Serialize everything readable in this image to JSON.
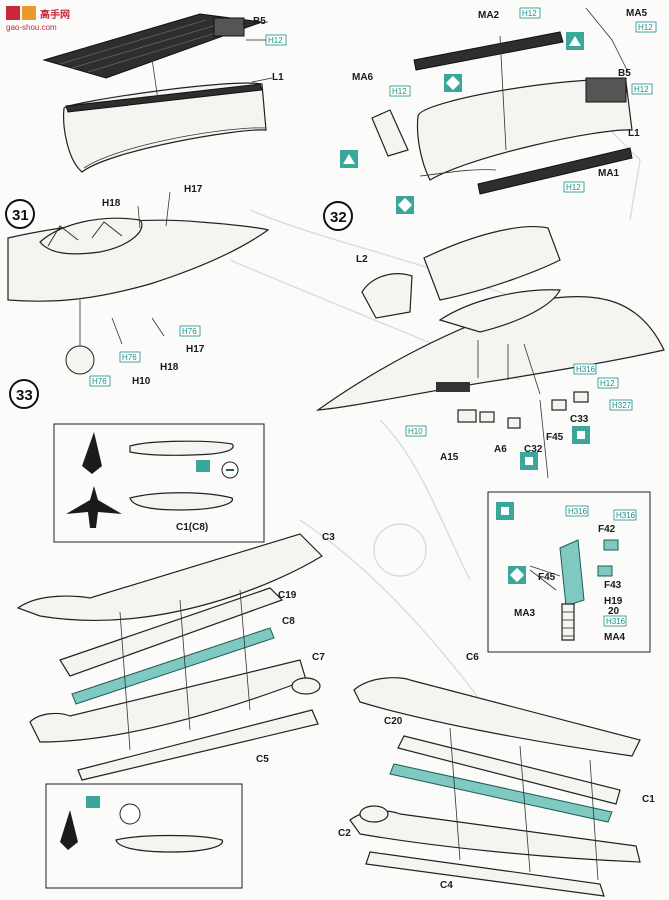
{
  "watermark": {
    "brand": "高手网",
    "url": "gao-shou.com"
  },
  "steps": [
    {
      "number": "31"
    },
    {
      "number": "32"
    },
    {
      "number": "33"
    }
  ],
  "step30": {
    "labels": {
      "b5": "B5",
      "h12": "H12",
      "l1": "L1"
    }
  },
  "step30b": {
    "labels": {
      "ma2": "MA2",
      "h12a": "H12",
      "ma5": "MA5",
      "h12b": "H12",
      "ma6": "MA6",
      "h12c": "H12",
      "b5": "B5",
      "h12d": "H12",
      "l1": "L1",
      "ma1": "MA1",
      "h12e": "H12"
    }
  },
  "step31": {
    "labels": {
      "h18a": "H18",
      "h17a": "H17",
      "h76a": "H76",
      "h76b": "H76",
      "h18b": "H18",
      "h17b": "H17",
      "h76c": "H76",
      "h10": "H10"
    }
  },
  "step32": {
    "labels": {
      "l2": "L2",
      "h316": "H316",
      "h12": "H12",
      "h327": "H327",
      "c33": "C33",
      "h10": "H10",
      "a6": "A6",
      "f45": "F45",
      "c32": "C32",
      "a15": "A15"
    },
    "inset_labels": {
      "h316a": "H316",
      "h316b": "H316",
      "f42": "F42",
      "f45": "F45",
      "f43": "F43",
      "h19": "H19",
      "n20": "20",
      "h316c": "H316",
      "ma3": "MA3",
      "ma4": "MA4"
    }
  },
  "step33": {
    "inset_label": "C1(C8)",
    "labels": {
      "c3": "C3",
      "c19": "C19",
      "c8": "C8",
      "c7": "C7",
      "c5": "C5",
      "c6": "C6",
      "c20": "C20",
      "c1": "C1",
      "c2": "C2",
      "c4": "C4"
    }
  },
  "colors": {
    "accent_teal": "#7fc9c0",
    "tag_teal": "#1b8f85",
    "ink": "#1b1b1b",
    "watermark_red": "#c8283a"
  }
}
